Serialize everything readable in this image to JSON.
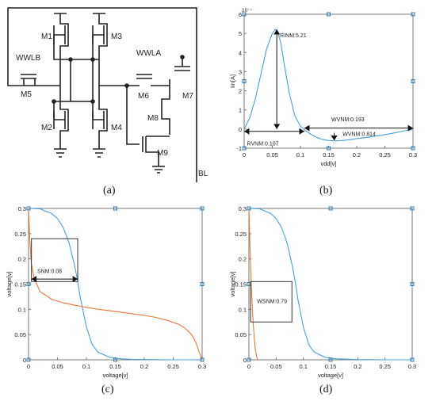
{
  "captions": {
    "a": "(a)",
    "b": "(b)",
    "c": "(c)",
    "d": "(d)"
  },
  "circuit": {
    "labels": {
      "m1": "M1",
      "m2": "M2",
      "m3": "M3",
      "m4": "M4",
      "m5": "M5",
      "m6": "M6",
      "m7": "M7",
      "m8": "M8",
      "m9": "M9",
      "wwlb": "WWLB",
      "wwla": "WWLA",
      "bl": "BL"
    }
  },
  "colors": {
    "blue": "#4a9fd8",
    "orange": "#e8773a",
    "axis": "#777777",
    "marker": "#2a7fb8",
    "black": "#000000"
  },
  "chart_data": [
    {
      "id": "b",
      "type": "line",
      "xlabel": "vdd[v]",
      "ylabel": "Iin[A]",
      "exponent": "10⁻⁷",
      "xlim": [
        0,
        0.3
      ],
      "ylim": [
        -1,
        6
      ],
      "xticks": [
        "0",
        "0.05",
        "0.1",
        "0.15",
        "0.2",
        "0.25",
        "0.3"
      ],
      "yticks": [
        "-1",
        "0",
        "1",
        "2",
        "3",
        "4",
        "5",
        "6"
      ],
      "series": [
        {
          "x": [
            0,
            0.01,
            0.02,
            0.03,
            0.04,
            0.05,
            0.055,
            0.06,
            0.065,
            0.07,
            0.08,
            0.09,
            0.1,
            0.11,
            0.12,
            0.13,
            0.14,
            0.15,
            0.16,
            0.17,
            0.18,
            0.19,
            0.2,
            0.22,
            0.24,
            0.26,
            0.28,
            0.3
          ],
          "y": [
            0,
            0.6,
            1.6,
            2.9,
            4.2,
            5.0,
            5.21,
            5.05,
            4.5,
            3.6,
            1.9,
            0.7,
            0.15,
            -0.1,
            -0.3,
            -0.45,
            -0.55,
            -0.6,
            -0.62,
            -0.61,
            -0.58,
            -0.55,
            -0.5,
            -0.43,
            -0.34,
            -0.24,
            -0.12,
            0
          ]
        }
      ],
      "annotations": {
        "rinm": "RINM:5.21",
        "rvnm": "RVNM:0.107",
        "wvnm": "WVNM:0.193",
        "wvnm2": "WVNM:0.814"
      }
    },
    {
      "id": "c",
      "type": "line",
      "xlabel": "voltage[v]",
      "ylabel": "voltage[v]",
      "xlim": [
        0,
        0.3
      ],
      "ylim": [
        0,
        0.3
      ],
      "xticks": [
        "0",
        "0.05",
        "0.1",
        "0.15",
        "0.2",
        "0.25",
        "0.3"
      ],
      "yticks": [
        "0",
        "0.05",
        "0.1",
        "0.15",
        "0.2",
        "0.25",
        "0.3"
      ],
      "series": [
        {
          "x": [
            0,
            0.02,
            0.04,
            0.05,
            0.06,
            0.07,
            0.08,
            0.085,
            0.09,
            0.1,
            0.11,
            0.12,
            0.14,
            0.16,
            0.18,
            0.2,
            0.25,
            0.3
          ],
          "y": [
            0.3,
            0.299,
            0.29,
            0.28,
            0.262,
            0.232,
            0.185,
            0.155,
            0.12,
            0.065,
            0.03,
            0.015,
            0.005,
            0.002,
            0.001,
            0.0005,
            0,
            0
          ]
        },
        {
          "x": [
            0,
            0.002,
            0.005,
            0.01,
            0.02,
            0.04,
            0.06,
            0.08,
            0.1,
            0.12,
            0.15,
            0.18,
            0.2,
            0.22,
            0.24,
            0.26,
            0.27,
            0.28,
            0.285,
            0.29,
            0.295,
            0.3
          ],
          "y": [
            0.3,
            0.24,
            0.19,
            0.16,
            0.135,
            0.12,
            0.113,
            0.108,
            0.104,
            0.1,
            0.096,
            0.091,
            0.088,
            0.084,
            0.078,
            0.07,
            0.063,
            0.052,
            0.044,
            0.032,
            0.015,
            0
          ]
        }
      ],
      "box": {
        "x": [
          0.005,
          0.085
        ],
        "y": [
          0.155,
          0.24
        ]
      },
      "annotations": {
        "snm": "SNM:0.08"
      }
    },
    {
      "id": "d",
      "type": "line",
      "xlabel": "voltage[v]",
      "ylabel": "voltage[v]",
      "xlim": [
        0,
        0.3
      ],
      "ylim": [
        0,
        0.3
      ],
      "xticks": [
        "0",
        "0.05",
        "0.1",
        "0.15",
        "0.2",
        "0.25",
        "0.3"
      ],
      "yticks": [
        "0",
        "0.05",
        "0.1",
        "0.15",
        "0.2",
        "0.25",
        "0.3"
      ],
      "series": [
        {
          "x": [
            0,
            0.02,
            0.04,
            0.05,
            0.06,
            0.07,
            0.08,
            0.085,
            0.09,
            0.1,
            0.11,
            0.12,
            0.14,
            0.16,
            0.2,
            0.25,
            0.3
          ],
          "y": [
            0.3,
            0.299,
            0.29,
            0.28,
            0.262,
            0.232,
            0.185,
            0.155,
            0.12,
            0.065,
            0.03,
            0.015,
            0.005,
            0.002,
            0.0005,
            0,
            0
          ]
        },
        {
          "x": [
            0,
            0.002,
            0.004,
            0.006,
            0.008,
            0.01,
            0.012,
            0.014,
            0.016
          ],
          "y": [
            0.3,
            0.22,
            0.16,
            0.11,
            0.07,
            0.04,
            0.02,
            0.007,
            0
          ]
        }
      ],
      "box": {
        "x": [
          0.003,
          0.079
        ],
        "y": [
          0.075,
          0.155
        ]
      },
      "annotations": {
        "wsnm": "WSNM:0.79"
      }
    }
  ]
}
